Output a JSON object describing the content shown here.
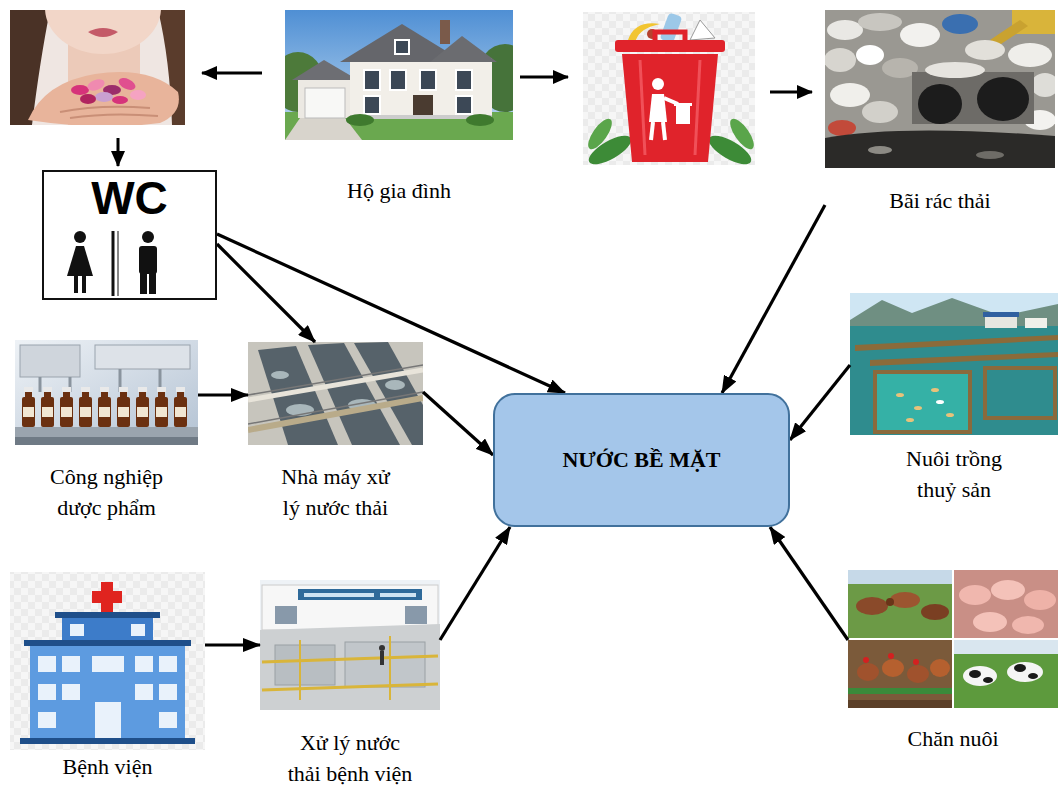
{
  "diagram": {
    "nodes": [
      {
        "text": [
          "Hộ gia đình"
        ]
      },
      {
        "text": [
          "WC"
        ]
      },
      {
        "text": [
          "Bãi rác thải"
        ]
      },
      {
        "text": [
          "Công nghiệp dược phẩm"
        ]
      },
      {
        "text": [
          "Nhà máy xử lý nước thải"
        ]
      },
      {
        "text": [
          "NƯỚC BỀ MẶT"
        ]
      },
      {
        "text": [
          "Nuôi trồng thuỷ sản"
        ]
      },
      {
        "text": [
          "Bệnh viện"
        ]
      },
      {
        "text": [
          "Xử lý nước thải bệnh viện"
        ]
      },
      {
        "text": [
          "Chăn nuôi"
        ]
      }
    ],
    "edges": [
      {
        "from": 1,
        "to": 4,
        "arrow": "to"
      },
      {
        "from": 1,
        "to": 5,
        "arrow": "to"
      },
      {
        "from": 2,
        "to": 5,
        "arrow": "to"
      },
      {
        "from": 3,
        "to": 4,
        "arrow": "to"
      },
      {
        "from": 4,
        "to": 5,
        "arrow": "to"
      },
      {
        "from": 6,
        "to": 5,
        "arrow": "to"
      },
      {
        "from": 7,
        "to": 8,
        "arrow": "to"
      },
      {
        "from": 8,
        "to": 5,
        "arrow": "to"
      },
      {
        "from": 9,
        "to": 5,
        "arrow": "to"
      }
    ]
  }
}
